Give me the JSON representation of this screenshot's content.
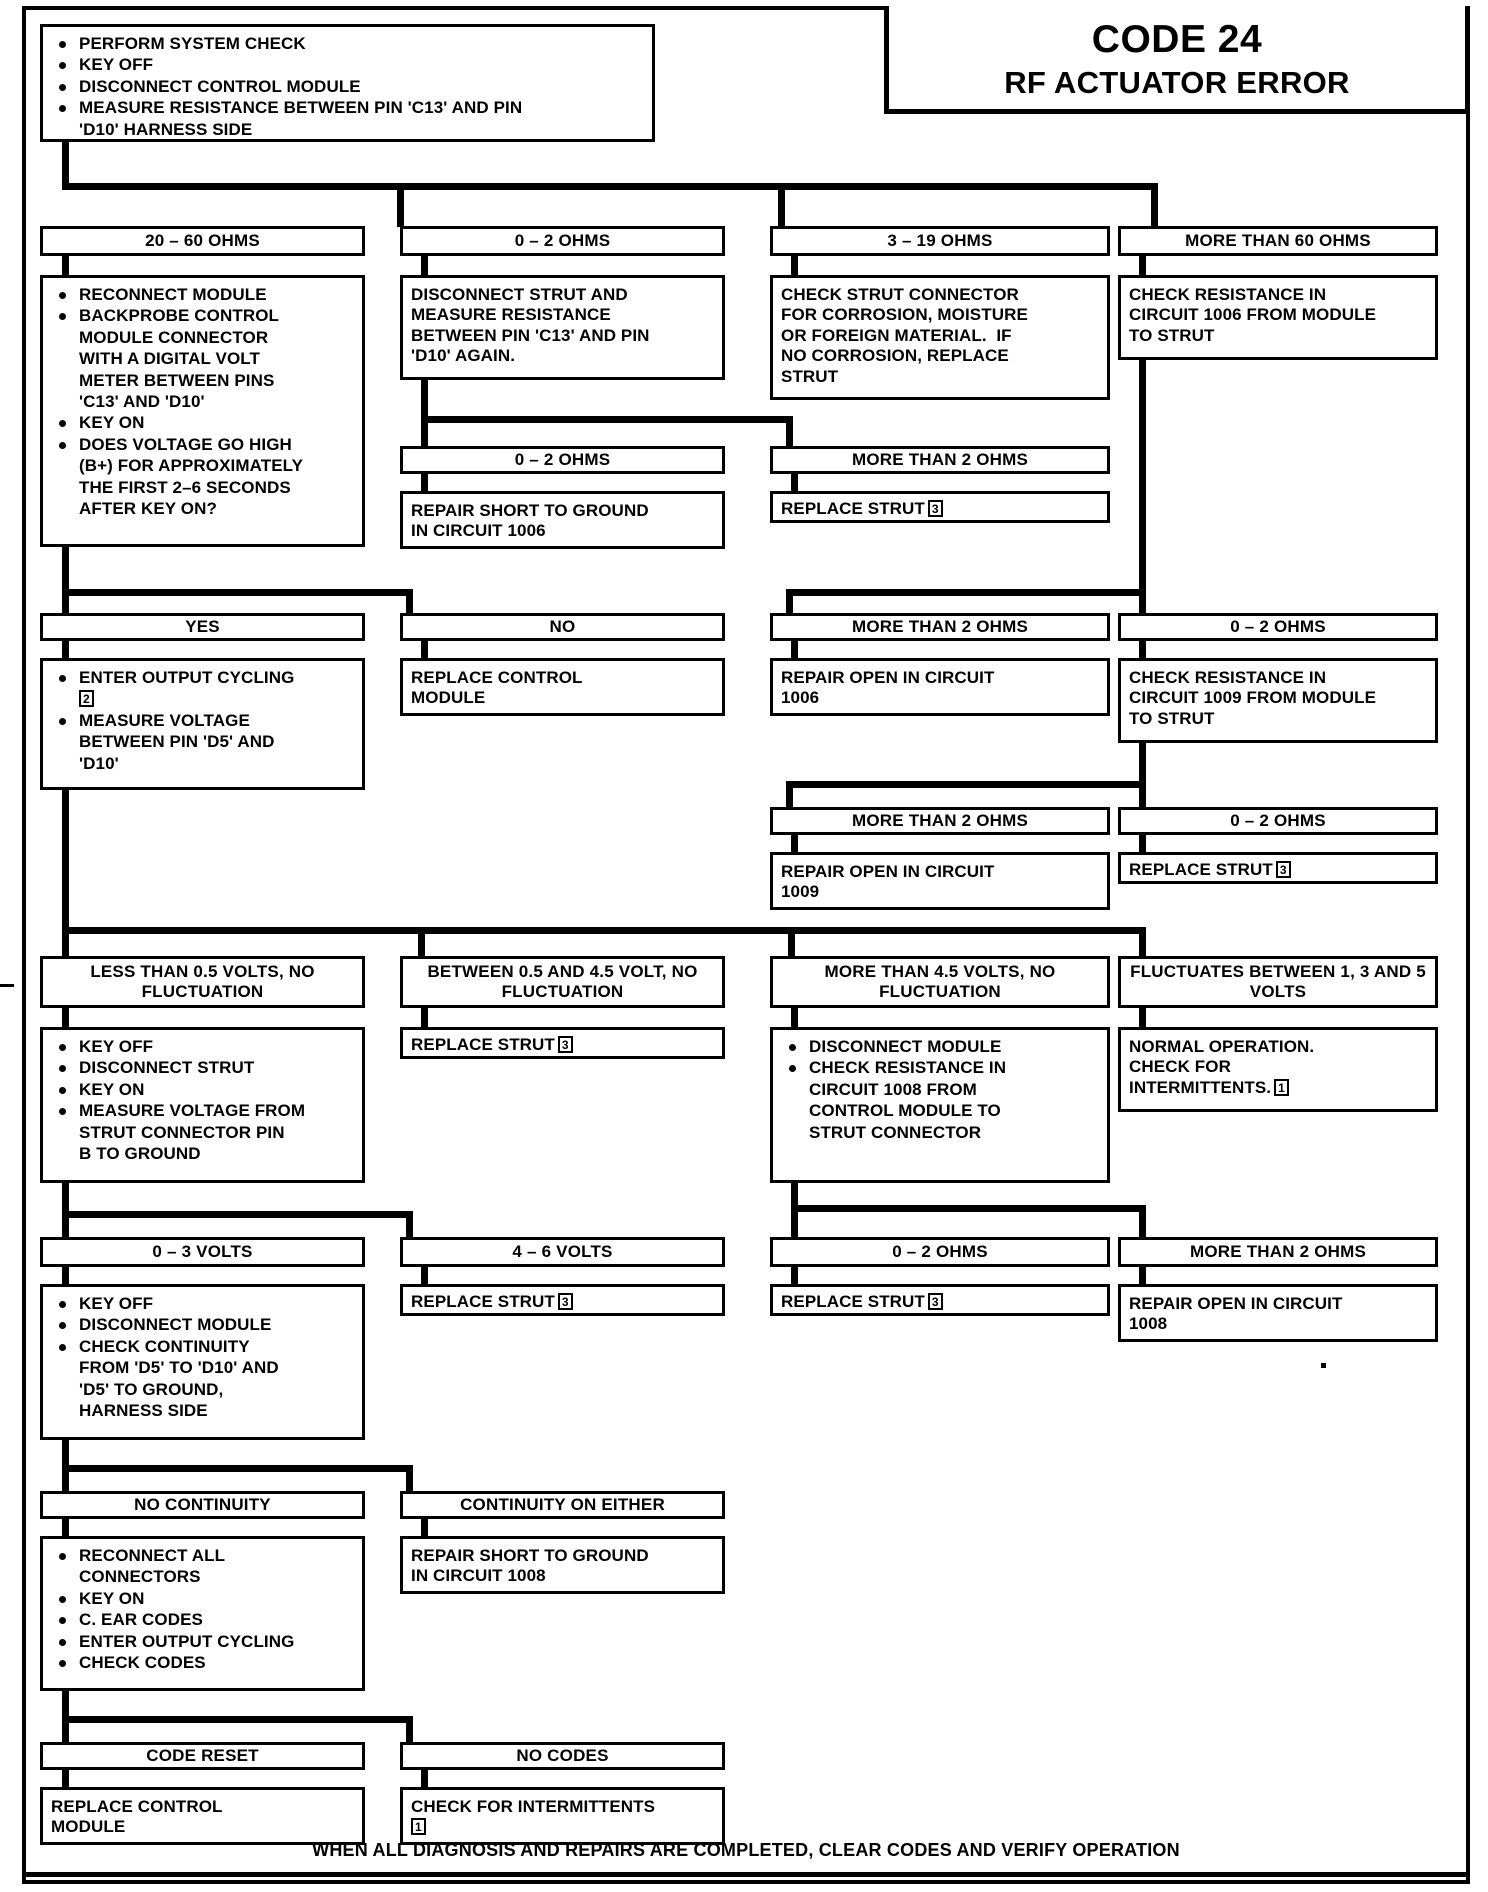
{
  "header": {
    "code": "CODE 24",
    "title": "RF ACTUATOR ERROR"
  },
  "footer": {
    "note": "WHEN ALL DIAGNOSIS AND REPAIRS ARE COMPLETED, CLEAR CODES AND VERIFY OPERATION"
  },
  "start": {
    "items": [
      "PERFORM SYSTEM CHECK",
      "KEY OFF",
      "DISCONNECT CONTROL MODULE",
      "MEASURE RESISTANCE BETWEEN PIN 'C13' AND PIN",
      "'D10' HARNESS SIDE"
    ]
  },
  "row1_labels": {
    "c1": "20 – 60 OHMS",
    "c2": "0 – 2 OHMS",
    "c3": "3 – 19 OHMS",
    "c4": "MORE THAN 60 OHMS"
  },
  "row1_boxes": {
    "c1_items": [
      "RECONNECT MODULE",
      "BACKPROBE CONTROL",
      "MODULE CONNECTOR",
      "WITH A DIGITAL VOLT",
      "METER BETWEEN PINS",
      "'C13' AND 'D10'",
      "KEY ON",
      "DOES VOLTAGE GO HIGH",
      "(B+) FOR APPROXIMATELY",
      "THE FIRST 2–6 SECONDS",
      "AFTER KEY ON?"
    ],
    "c2_lines": [
      "DISCONNECT STRUT AND",
      "MEASURE RESISTANCE",
      "BETWEEN PIN 'C13' AND PIN",
      "'D10' AGAIN."
    ],
    "c3_lines": [
      "CHECK STRUT CONNECTOR",
      "FOR CORROSION, MOISTURE",
      "OR FOREIGN MATERIAL.  IF",
      "NO CORROSION, REPLACE",
      "STRUT"
    ],
    "c4_lines": [
      "CHECK RESISTANCE IN",
      "CIRCUIT 1006 FROM MODULE",
      "TO STRUT"
    ]
  },
  "row2": {
    "label_c2": "0 – 2 OHMS",
    "label_c3": "MORE THAN 2 OHMS",
    "box_c2_lines": [
      "REPAIR SHORT TO GROUND",
      "IN CIRCUIT 1006"
    ],
    "box_c3_text": "REPLACE STRUT",
    "box_c3_ref": "3"
  },
  "row3_labels": {
    "yes": "YES",
    "no": "NO",
    "c3": "MORE THAN 2 OHMS",
    "c4": "0 – 2 OHMS"
  },
  "row3_boxes": {
    "yes_items": [
      "ENTER OUTPUT CYCLING",
      "MEASURE VOLTAGE",
      "BETWEEN PIN 'D5' AND",
      "'D10'"
    ],
    "yes_ref": "2",
    "no_lines": [
      "REPLACE CONTROL",
      "MODULE"
    ],
    "c3_lines": [
      "REPAIR OPEN IN CIRCUIT",
      "1006"
    ],
    "c4_lines": [
      "CHECK RESISTANCE IN",
      "CIRCUIT 1009 FROM MODULE",
      "TO STRUT"
    ]
  },
  "row4": {
    "label_c3": "MORE THAN 2 OHMS",
    "label_c4": "0 – 2 OHMS",
    "box_c3_lines": [
      "REPAIR OPEN IN CIRCUIT",
      "1009"
    ],
    "box_c4_text": "REPLACE STRUT",
    "box_c4_ref": "3"
  },
  "row5_labels": {
    "c1": "LESS THAN 0.5 VOLTS, NO FLUCTUATION",
    "c2": "BETWEEN 0.5 AND 4.5 VOLT, NO FLUCTUATION",
    "c3": "MORE THAN 4.5 VOLTS, NO FLUCTUATION",
    "c4": "FLUCTUATES BETWEEN 1, 3 AND 5 VOLTS"
  },
  "row5_boxes": {
    "c1_items": [
      "KEY OFF",
      "DISCONNECT STRUT",
      "KEY ON",
      "MEASURE VOLTAGE FROM",
      "STRUT CONNECTOR PIN",
      "B TO GROUND"
    ],
    "c2_text": "REPLACE STRUT",
    "c2_ref": "3",
    "c3_items": [
      "DISCONNECT MODULE",
      "CHECK RESISTANCE IN",
      "CIRCUIT 1008 FROM",
      "CONTROL MODULE TO",
      "STRUT CONNECTOR"
    ],
    "c4_lines": [
      "NORMAL OPERATION.",
      "CHECK FOR",
      "INTERMITTENTS."
    ],
    "c4_ref": "1"
  },
  "row6_labels": {
    "c1": "0 – 3 VOLTS",
    "c2": "4 – 6 VOLTS",
    "c3": "0 – 2 OHMS",
    "c4": "MORE THAN 2 OHMS"
  },
  "row6_boxes": {
    "c1_items": [
      "KEY OFF",
      "DISCONNECT MODULE",
      "CHECK CONTINUITY",
      "FROM 'D5' TO 'D10' AND",
      "'D5' TO GROUND,",
      "HARNESS SIDE"
    ],
    "c2_text": "REPLACE STRUT",
    "c2_ref": "3",
    "c3_text": "REPLACE STRUT",
    "c3_ref": "3",
    "c4_lines": [
      "REPAIR OPEN IN CIRCUIT",
      "1008"
    ]
  },
  "row7_labels": {
    "c1": "NO CONTINUITY",
    "c2": "CONTINUITY ON EITHER"
  },
  "row7_boxes": {
    "c1_items": [
      "RECONNECT ALL",
      "CONNECTORS",
      "KEY ON",
      "C. EAR CODES",
      "ENTER OUTPUT CYCLING",
      "CHECK CODES"
    ],
    "c2_lines": [
      "REPAIR SHORT TO GROUND",
      "IN CIRCUIT 1008"
    ]
  },
  "row8_labels": {
    "c1": "CODE RESET",
    "c2": "NO CODES"
  },
  "row8_boxes": {
    "c1_lines": [
      "REPLACE CONTROL",
      "MODULE"
    ],
    "c2_text": "CHECK FOR INTERMITTENTS",
    "c2_ref": "1"
  }
}
